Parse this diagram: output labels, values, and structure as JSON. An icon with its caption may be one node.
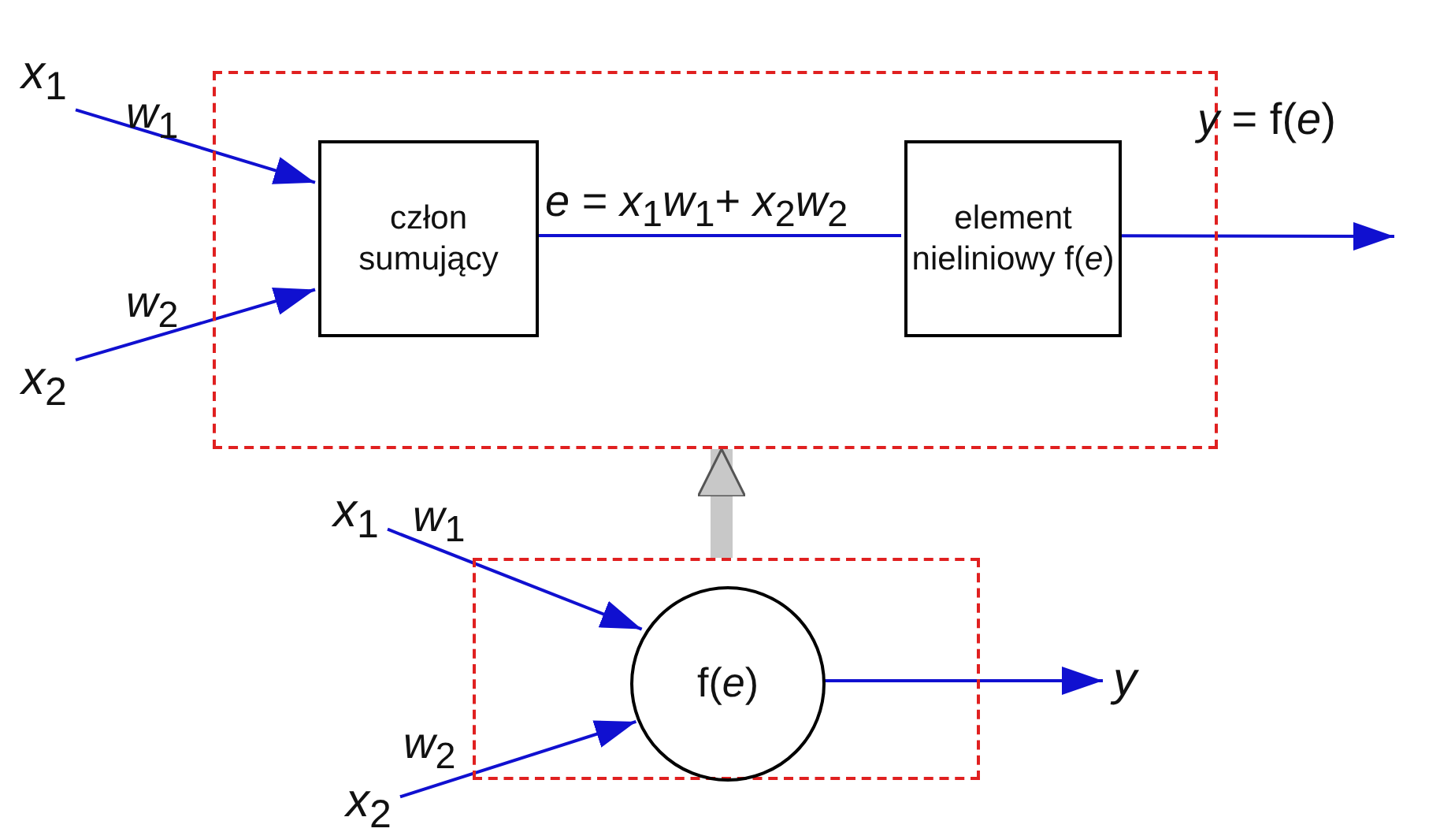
{
  "diagram": {
    "nodes": [
      {
        "text": [],
        "shape": "box"
      },
      {
        "text": [
          "człon sumujący"
        ],
        "in": 0
      },
      {
        "text": [
          "element nieliniowy f(*e*)"
        ],
        "in": 0
      },
      {
        "text": [
          "*x*$_{1}$"
        ]
      },
      {
        "text": [
          "*x*$_{2}$"
        ]
      },
      {
        "text": [],
        "shape": "box"
      },
      {
        "text": [
          "f(*e*)"
        ],
        "in": 5
      },
      {
        "text": [
          "*x*$_{1}$"
        ]
      },
      {
        "text": [
          "*x*$_{2}$"
        ]
      },
      {
        "text": [
          "*y*"
        ]
      }
    ],
    "edges": [
      {
        "from": 3,
        "to": 1,
        "arrow": "to",
        "label": "*w*$_{1}$"
      },
      {
        "from": 4,
        "to": 1,
        "arrow": "to",
        "label": "*w*$_{2}$"
      },
      {
        "from": 1,
        "to": 2,
        "arrow": "none",
        "label": "*e* = *x*$_{1}$*w*$_{1}$+ *x*$_{2}$*w*$_{2}$"
      },
      {
        "from": 2,
        "to": null,
        "arrow": "to"
      },
      {
        "from": 7,
        "to": 6,
        "arrow": "to",
        "label": "*w*$_{1}$"
      },
      {
        "from": 8,
        "to": 6,
        "arrow": "to",
        "label": "*w*$_{2}$"
      },
      {
        "from": 6,
        "to": 9,
        "arrow": "to"
      },
      {
        "from": 5,
        "to": 0,
        "arrow": "to",
        "style": "thick",
        "color": "#c8c8c8"
      }
    ],
    "labels": [
      "*y* = f(*e*)"
    ]
  }
}
